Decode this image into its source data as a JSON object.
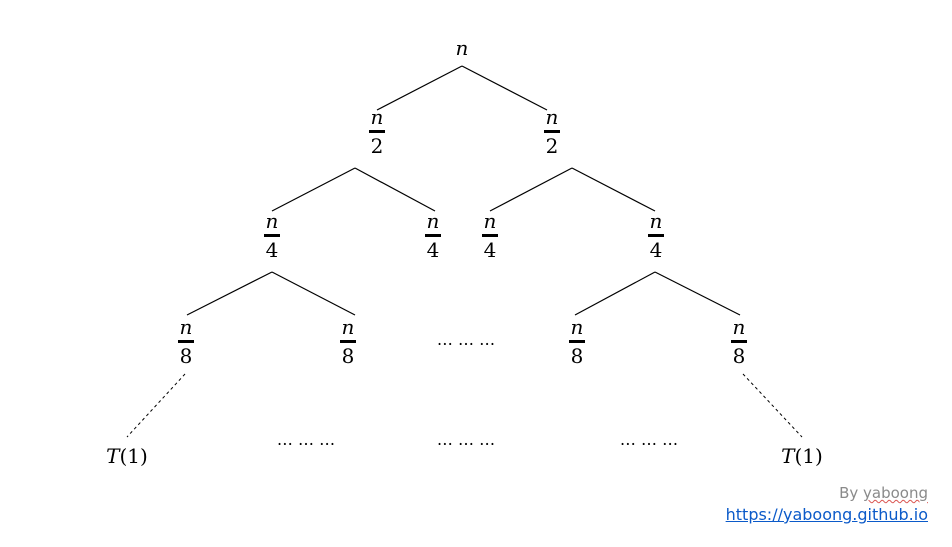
{
  "tree": {
    "root": "n",
    "level1": [
      {
        "num": "n",
        "den": "2"
      },
      {
        "num": "n",
        "den": "2"
      }
    ],
    "level2": [
      {
        "num": "n",
        "den": "4"
      },
      {
        "num": "n",
        "den": "4"
      },
      {
        "num": "n",
        "den": "4"
      },
      {
        "num": "n",
        "den": "4"
      }
    ],
    "level3": [
      {
        "num": "n",
        "den": "8"
      },
      {
        "num": "n",
        "den": "8"
      },
      {
        "num": "n",
        "den": "8"
      },
      {
        "num": "n",
        "den": "8"
      }
    ],
    "level3_ellipsis": "… … …",
    "leaves": {
      "left": {
        "func": "T",
        "arg": "(1)"
      },
      "right": {
        "func": "T",
        "arg": "(1)"
      },
      "ellipses": [
        "… … …",
        "… … …",
        "… … …"
      ]
    }
  },
  "credit": {
    "prefix": "By ",
    "name": "yaboong",
    "url": "https://yaboong.github.io"
  }
}
